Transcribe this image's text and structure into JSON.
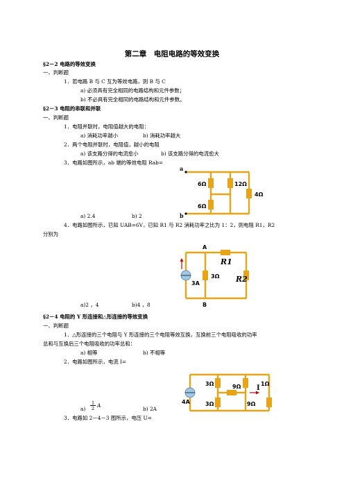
{
  "title": "第二章　电阻电路的等效变换",
  "s1": {
    "heading": "§2－2  电路的等效变换",
    "type": "一、判断题",
    "q1": "1．若电路 B 与 C 互为等效电路，则 B 与 C",
    "q1a": "a) 必须具有完全相同的电路结构和元件参数；",
    "q1b": "b) 不必具有完全相同的电路结构和元件参数。"
  },
  "s2": {
    "heading": "§2－3  电阻的串联和并联",
    "type": "一、判断题",
    "q1": "1．电阻并联时，电阻值越大的电阻：",
    "q1a": "a) 消耗功率越小",
    "q1b": "b) 消耗功率越大",
    "q2": "2．两个电阻并联时，电阻值，越小的电阻",
    "q2a": "a) 该支路分得的电流愈小",
    "q2b": "b) 该支路分得的电流愈大",
    "q3": "3．电路如图所示，ab 端的等效电阻 Rab=",
    "q3a": "a)    2.4",
    "q3b": "b) 2",
    "q4": "4．电路如图所示，已知 UAB=6V，已知 R1 与 R2 消耗功率之比为 1：2，则电阻 R1，R2",
    "q4cont": "分别为",
    "q4a": "a)2 ，4",
    "q4b": "b)4 ，8",
    "fig3": {
      "a": "a",
      "b": "b",
      "r1": "6Ω",
      "r2": "12Ω",
      "r3": "6Ω",
      "r4": "4Ω"
    },
    "fig4": {
      "A": "A",
      "B": "B",
      "R1": "R1",
      "R2": "R2",
      "r": "3Ω",
      "src": "3A"
    }
  },
  "s3": {
    "heading": "§2－4  电阻的 Y 形连接和△形连接的等效变换",
    "type": "一、判断题",
    "q1": "1．△形连接的三个电阻与 Y 形连接的三个电阻等效互换，互换前三个电阻吸收的功率",
    "q1cont": "总和与互换后三个电阻吸收的功率总和：",
    "q1a": "a) 相等",
    "q1b": "b) 不相等",
    "q2": "2．电路如图所示，电流 I=",
    "q2a_pre": "a)",
    "q2a_num": "1",
    "q2a_den": "2",
    "q2a_unit": "A",
    "q2b": "b) 2A",
    "q3": "3．电路如 2－4－3 图所示，电压 U=",
    "fig5": {
      "src": "4A",
      "r1": "3Ω",
      "r2": "9Ω",
      "r3": "1Ω",
      "r4": "3Ω",
      "r5": "9Ω",
      "I": "I"
    }
  }
}
